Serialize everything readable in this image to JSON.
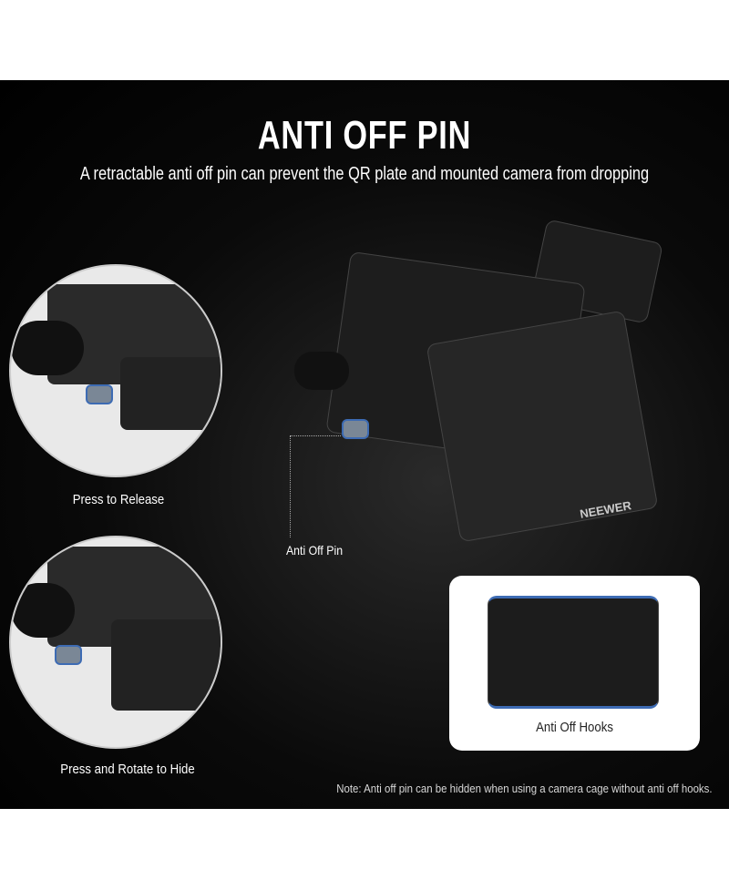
{
  "header": {
    "title": "ANTI OFF PIN",
    "subtitle": "A retractable anti off pin can prevent the QR plate and mounted camera from dropping"
  },
  "steps": [
    {
      "caption": "Press to Release"
    },
    {
      "caption": "Press and Rotate to Hide"
    }
  ],
  "product": {
    "callout": "Anti Off Pin",
    "brand_logo": "NEEWER",
    "inset_caption": "Anti Off Hooks"
  },
  "note": "Note: Anti off pin can be hidden when using a camera cage without anti off hooks.",
  "colors": {
    "background": "#000000",
    "text": "#ffffff",
    "highlight": "#3d6bb3"
  }
}
